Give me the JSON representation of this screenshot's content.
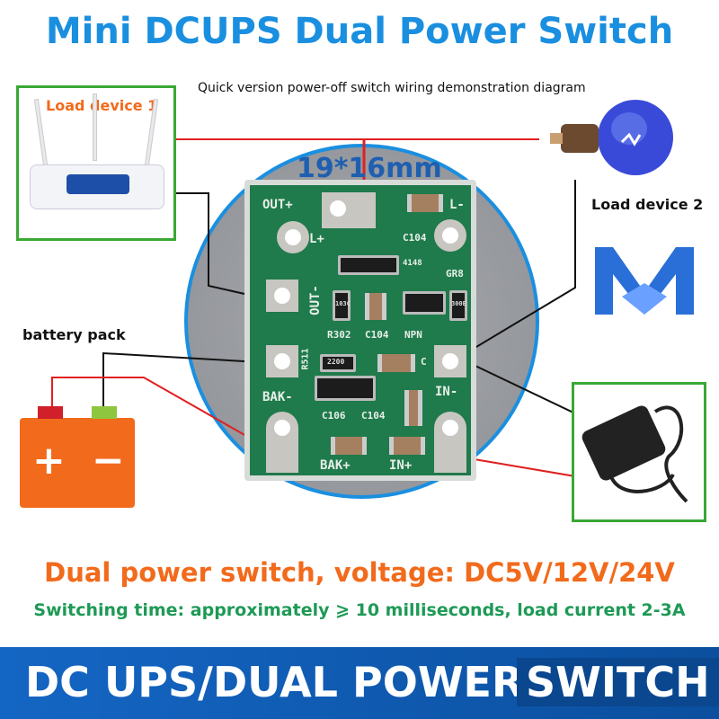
{
  "title": "Mini DCUPS Dual Power Switch",
  "subtitle": "Quick version power-off switch wiring demonstration diagram",
  "load_device_1": "Load device 1",
  "load_device_2": "Load device 2",
  "dimension": "19*16mm",
  "battery_pack": "battery pack",
  "battery_symbols": {
    "plus": "+",
    "minus": "−"
  },
  "pcb_labels": [
    "OUT+",
    "L+",
    "L-",
    "C104",
    "4148",
    "GR8",
    "OUT-",
    "R302",
    "C104",
    "NPN",
    "R511",
    "2200",
    "C",
    "BAK-",
    "IN-",
    "C106",
    "C104",
    "BAK+",
    "IN+",
    "103C",
    "300E"
  ],
  "info": {
    "voltage": "Dual power switch, voltage: DC5V/12V/24V",
    "switching": "Switching time: approximately ⩾ 10 milliseconds, load current 2-3A"
  },
  "banner": {
    "main": "DC UPS/DUAL POWER",
    "highlight": "SWITCH"
  },
  "colors": {
    "title": "#1a8fe0",
    "accent": "#f26a1b",
    "green": "#1d9a55",
    "banner": "#1466c4"
  }
}
